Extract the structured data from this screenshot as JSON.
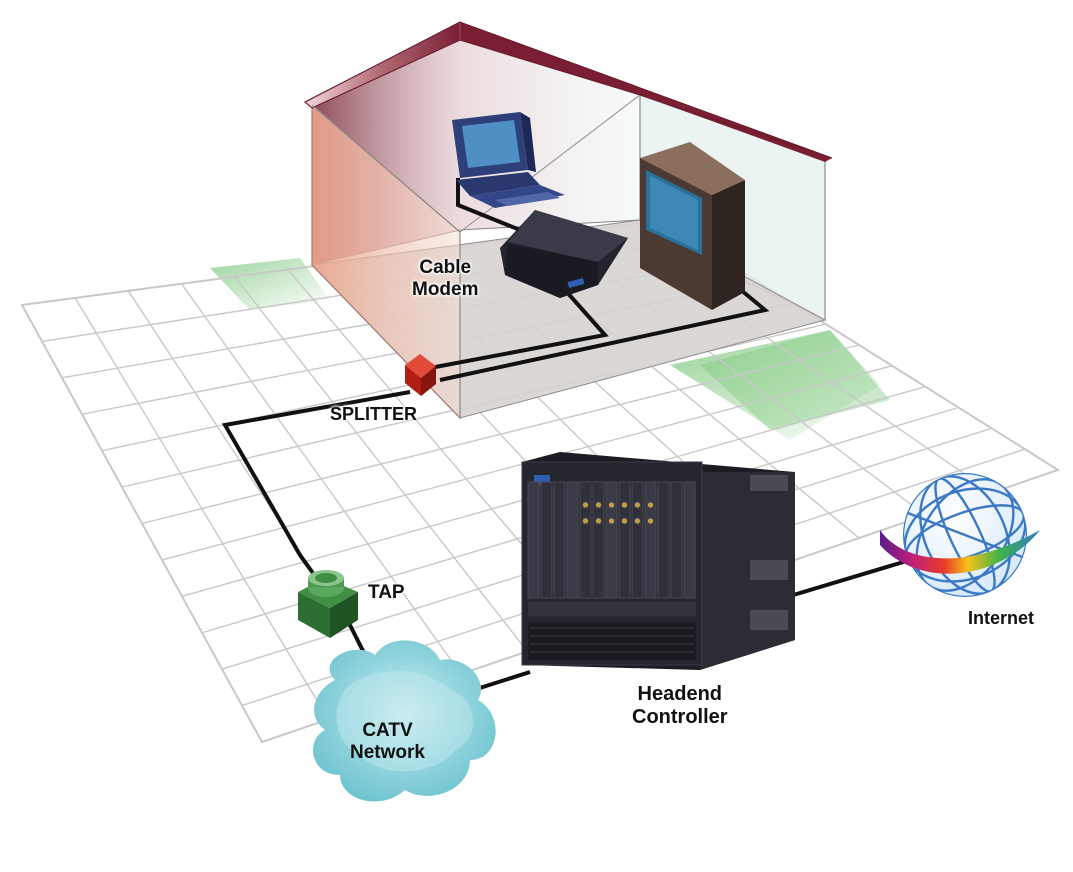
{
  "labels": {
    "cable_modem_line1": "Cable",
    "cable_modem_line2": "Modem",
    "splitter": "SPLITTER",
    "tap": "TAP",
    "catv_line1": "CATV",
    "catv_line2": "Network",
    "headend_line1": "Headend",
    "headend_line2": "Controller",
    "internet": "Internet"
  },
  "colors": {
    "roof": "#7a1f33",
    "wall_left": "#f0b8a4",
    "grid_line": "#c8c8c8",
    "lawn": "#7fc97a",
    "cable": "#111111",
    "splitter": "#c0231a",
    "tap": "#2f7a34",
    "cloud": "#7fcbd6",
    "globe": "#3b79c4",
    "headend": "#2a2a2e"
  },
  "icons": [
    "house",
    "computer-icon",
    "cable-modem-icon",
    "television-icon",
    "splitter-icon",
    "tap-icon",
    "catv-cloud-icon",
    "headend-chassis-icon",
    "globe-icon"
  ]
}
